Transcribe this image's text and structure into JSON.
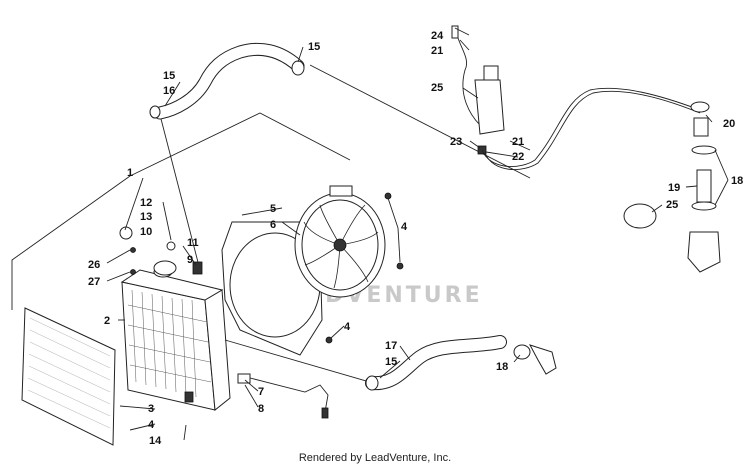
{
  "diagram": {
    "callouts": {
      "c1": "1",
      "c2": "2",
      "c3": "3",
      "c4a": "4",
      "c4b": "4",
      "c4c": "4",
      "c5": "5",
      "c6": "6",
      "c7": "7",
      "c8": "8",
      "c9": "9",
      "c10": "10",
      "c11": "11",
      "c12": "12",
      "c13": "13",
      "c14": "14",
      "c15a": "15",
      "c15b": "15",
      "c15c": "15",
      "c16": "16",
      "c17": "17",
      "c18a": "18",
      "c18b": "18",
      "c19": "19",
      "c20": "20",
      "c21a": "21",
      "c21b": "21",
      "c22": "22",
      "c23": "23",
      "c24": "24",
      "c25a": "25",
      "c25b": "25",
      "c26": "26",
      "c27": "27"
    },
    "watermark": "LEADVENTURE"
  },
  "footer": {
    "credit": "Rendered by LeadVenture, Inc."
  }
}
